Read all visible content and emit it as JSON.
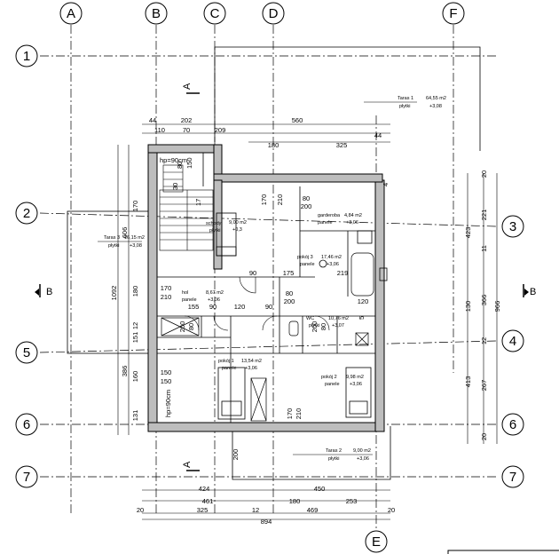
{
  "grid": {
    "cols": [
      "A",
      "B",
      "C",
      "D",
      "F",
      "E"
    ],
    "rows_left": [
      "1",
      "2",
      "5",
      "6",
      "7"
    ],
    "rows_right": [
      "3",
      "4",
      "6",
      "7"
    ]
  },
  "section_marks": {
    "a": "A",
    "b": "B"
  },
  "rooms": [
    {
      "name": "Taras 1",
      "floor": "płytki",
      "area": "64,55 m2",
      "level": "+3,08"
    },
    {
      "name": "Taras 3",
      "floor": "płytki",
      "area": "16,15 m2",
      "level": "+3,08"
    },
    {
      "name": "schody",
      "floor": "płytki",
      "area": "9,00 m2",
      "level": "+0,3"
    },
    {
      "name": "garderoba",
      "floor": "panele",
      "area": "4,84 m2",
      "level": "+3,06"
    },
    {
      "name": "pokój 3",
      "floor": "panele",
      "area": "17,46 m2",
      "level": "+3,06"
    },
    {
      "name": "hol",
      "floor": "panele",
      "area": "8,67 m2",
      "level": "+3,06"
    },
    {
      "name": "WC",
      "floor": "płytki",
      "area": "10,76 m2",
      "level": "+3,07"
    },
    {
      "name": "pokój 1",
      "floor": "panele",
      "area": "13,54 m2",
      "level": "+3,06"
    },
    {
      "name": "pokój 2",
      "floor": "panele",
      "area": "9,98 m2",
      "level": "+3,06"
    },
    {
      "name": "Taras 2",
      "floor": "płytki",
      "area": "9,00 m2",
      "level": "+3,06"
    }
  ],
  "dims_top": [
    "44",
    "202",
    "560",
    "110",
    "70",
    "209",
    "180",
    "325",
    "44"
  ],
  "dims_bottom": [
    "424",
    "450",
    "461",
    "180",
    "253",
    "20",
    "325",
    "12",
    "469",
    "20",
    "894"
  ],
  "dims_right": [
    "20",
    "423",
    "221",
    "366",
    "130",
    "966",
    "413",
    "267",
    "20",
    "12",
    "11"
  ],
  "dims_left": [
    "606",
    "170",
    "1092",
    "180",
    "12",
    "151",
    "386",
    "160",
    "131"
  ],
  "doors": [
    "80",
    "200",
    "90",
    "175",
    "170",
    "210",
    "80",
    "200",
    "150",
    "150",
    "170",
    "210",
    "120",
    "90",
    "120",
    "90",
    "155",
    "219",
    "170",
    "210",
    "80",
    "200",
    "200",
    "80",
    "200"
  ],
  "misc": {
    "hp1": "hp=90cm",
    "hp2": "hp=90cm",
    "lab_80": "80",
    "lab_150": "150",
    "lab_30": "30",
    "lab_17": "17",
    "lab_4": "4",
    "lab_5": "5"
  }
}
